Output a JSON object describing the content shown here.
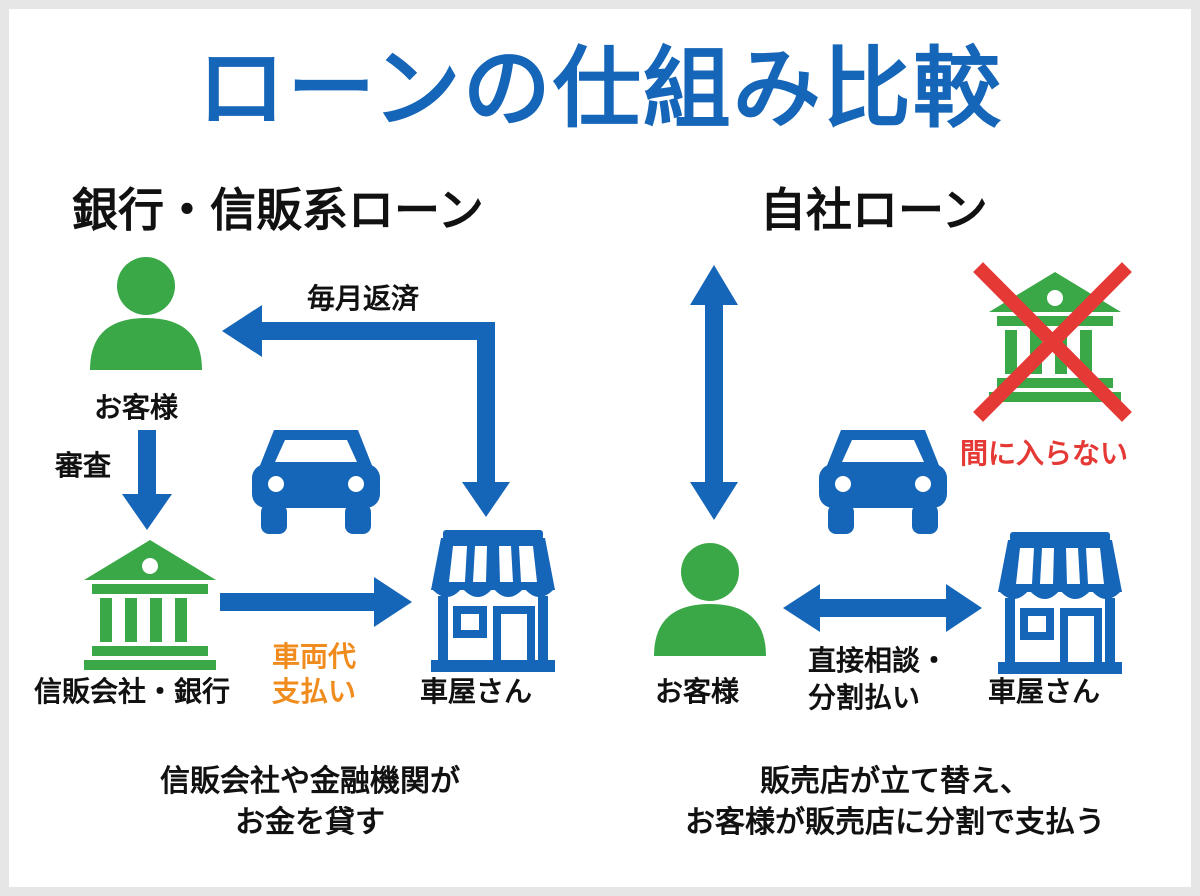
{
  "title": "ローンの仕組み比較",
  "left": {
    "heading": "銀行・信販系ローン",
    "customer_label": "お客様",
    "review_label": "審査",
    "repay_label": "毎月返済",
    "bank_label": "信販会社・銀行",
    "payment_label_1": "車両代",
    "payment_label_2": "支払い",
    "dealer_label": "車屋さん",
    "footer_1": "信販会社や金融機関が",
    "footer_2": "お金を貸す"
  },
  "right": {
    "heading": "自社ローン",
    "no_bank_label": "間に入らない",
    "customer_label": "お客様",
    "direct_label_1": "直接相談・",
    "direct_label_2": "分割払い",
    "dealer_label": "車屋さん",
    "footer_1": "販売店が立て替え、",
    "footer_2": "お客様が販売店に分割で支払う"
  },
  "colors": {
    "title_blue": "#1565b8",
    "arrow_blue": "#1565b8",
    "person_green": "#3aa847",
    "bank_green": "#3aa847",
    "payment_orange": "#f08c1e",
    "cross_red": "#e53935",
    "text": "#111111"
  },
  "icons": [
    "person-icon",
    "bank-icon",
    "car-icon",
    "store-icon",
    "cross-icon",
    "arrow-icon"
  ]
}
